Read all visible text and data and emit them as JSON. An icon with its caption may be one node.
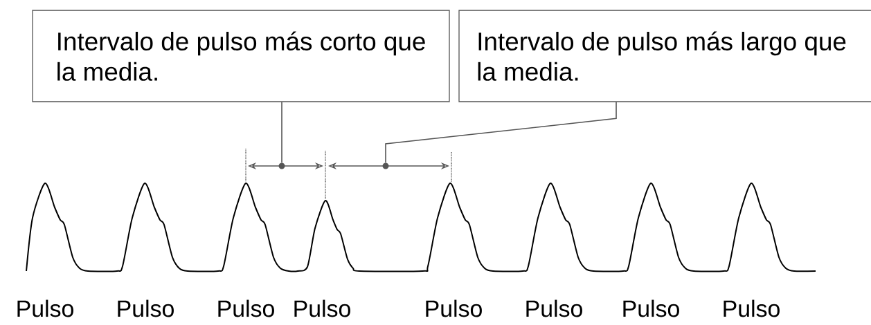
{
  "diagram": {
    "nodes": [
      {
        "text": [
          "Intervalo de pulso más corto que la media."
        ]
      },
      {
        "text": [
          "Intervalo de pulso más largo que la media."
        ]
      },
      {
        "text": [],
        "shape": "circle"
      },
      {
        "text": [],
        "shape": "circle"
      }
    ],
    "edges": [
      {
        "from": 0,
        "to": 2,
        "arrow": "none"
      },
      {
        "from": 1,
        "to": 3,
        "arrow": "none"
      }
    ],
    "labels": [
      "Pulso",
      "Pulso",
      "Pulso",
      "Pulso",
      "Pulso",
      "Pulso",
      "Pulso",
      "Pulso"
    ]
  }
}
